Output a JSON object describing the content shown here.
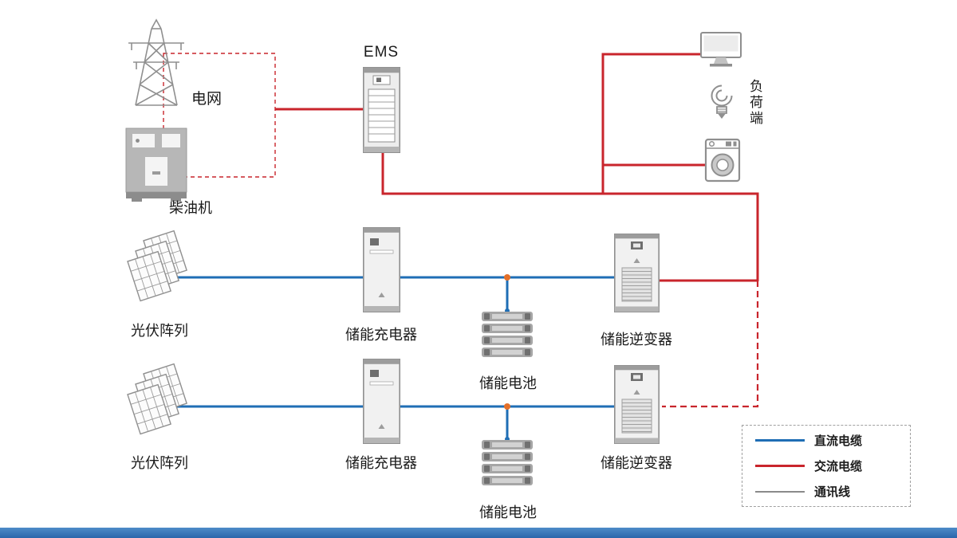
{
  "diagram": {
    "nodes": {
      "grid": "电网",
      "diesel": "柴油机",
      "ems": "EMS",
      "load": "负荷端",
      "row1": {
        "pv": "光伏阵列",
        "charger": "储能充电器",
        "battery": "储能电池",
        "inverter": "储能逆变器"
      },
      "row2": {
        "pv": "光伏阵列",
        "charger": "储能充电器",
        "battery": "储能电池",
        "inverter": "储能逆变器"
      }
    },
    "legend": {
      "items": [
        {
          "label": "直流电缆",
          "color": "#1f6eb5",
          "style": "solid"
        },
        {
          "label": "交流电缆",
          "color": "#c9252c",
          "style": "solid"
        },
        {
          "label": "通讯线",
          "color": "#8a8a8a",
          "style": "solid"
        }
      ]
    },
    "icons": {
      "grid": "transmission-tower-icon",
      "diesel": "diesel-generator-icon",
      "ems": "ems-cabinet-icon",
      "monitor": "monitor-icon",
      "bulb": "cfl-bulb-icon",
      "washer": "washing-machine-icon",
      "pv": "solar-panel-array-icon",
      "charger": "storage-charger-cabinet-icon",
      "battery": "battery-stack-icon",
      "inverter": "storage-inverter-cabinet-icon"
    },
    "colors": {
      "dc_cable": "#1f6eb5",
      "ac_cable": "#c9252c",
      "comm_line": "#8a8a8a",
      "junction_dot": "#e4702a",
      "icon_gray": "#8f8f8f",
      "footer_bar": "#2e74b5"
    }
  }
}
